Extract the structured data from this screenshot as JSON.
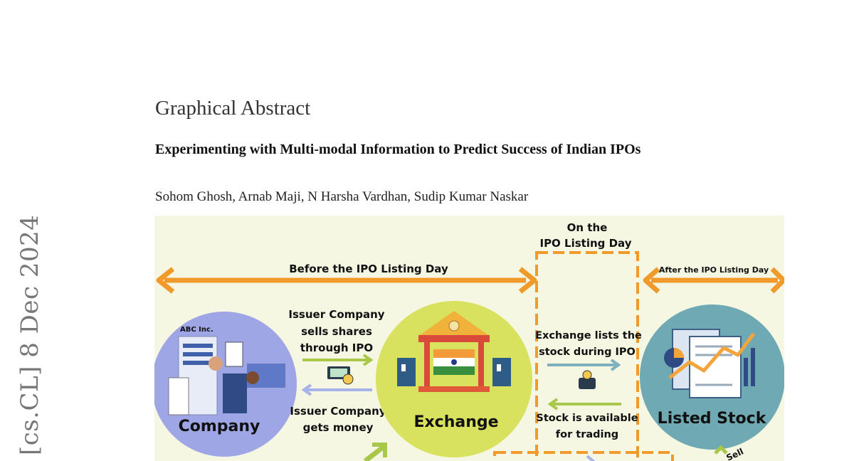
{
  "paper": {
    "arxiv_id": "[cs.CL]  8 Dec 2024",
    "section_heading": "Graphical Abstract",
    "title": "Experimenting with Multi-modal Information to Predict Success of Indian IPOs",
    "authors": "Sohom Ghosh, Arnab Maji, N Harsha Vardhan, Sudip Kumar Naskar"
  },
  "figure": {
    "on_listing_day_line1": "On the",
    "on_listing_day_line2": "IPO Listing Day",
    "before_listing_day": "Before the IPO Listing Day",
    "after_listing_day": "After the IPO Listing Day",
    "company_logo_text": "ABC Inc.",
    "company_label": "Company",
    "exchange_label": "Exchange",
    "listed_stock_label": "Listed Stock",
    "issuer_sells_line1": "Issuer Company",
    "issuer_sells_line2": "sells shares",
    "issuer_sells_line3": "through IPO",
    "issuer_gets_line1": "Issuer Company",
    "issuer_gets_line2": "gets money",
    "exchange_lists_line1": "Exchange lists the",
    "exchange_lists_line2": "stock during IPO",
    "stock_available_line1": "Stock is available",
    "stock_available_line2": "for trading",
    "sell_label": "Sell",
    "colors": {
      "orange": "#ef9a2a",
      "company_circle": "#9fa6e6",
      "exchange_circle": "#d8e25e",
      "listed_circle": "#6fa9b3",
      "green_arrow": "#a9c84a",
      "blue_arrow": "#a6b3ea",
      "teal_arrow": "#7fb0bd"
    }
  }
}
